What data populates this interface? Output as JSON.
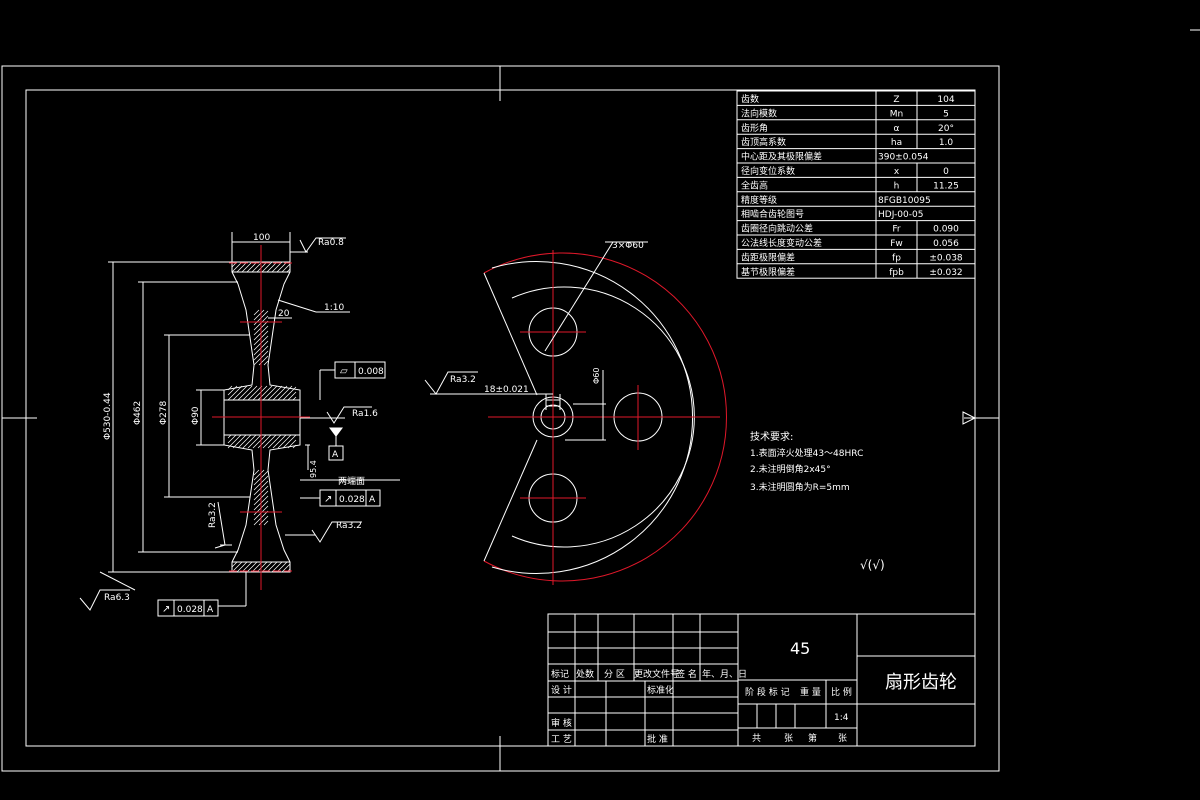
{
  "param_table": {
    "rows": [
      [
        "齿数",
        "Z",
        "104"
      ],
      [
        "法向模数",
        "Mn",
        "5"
      ],
      [
        "齿形角",
        "α",
        "20°"
      ],
      [
        "齿顶高系数",
        "ha",
        "1.0"
      ],
      [
        "中心距及其极限偏差",
        "390±0.054",
        ""
      ],
      [
        "径向变位系数",
        "x",
        "0"
      ],
      [
        "全齿高",
        "h",
        "11.25"
      ],
      [
        "精度等级",
        "8FGB10095",
        ""
      ],
      [
        "相啮合齿轮图号",
        "HDJ-00-05",
        ""
      ],
      [
        "齿圈径向跳动公差",
        "Fr",
        "0.090"
      ],
      [
        "公法线长度变动公差",
        "Fw",
        "0.056"
      ],
      [
        "齿距极限偏差",
        "fp",
        "±0.038"
      ],
      [
        "基节极限偏差",
        "fpb",
        "±0.032"
      ]
    ]
  },
  "dimensions": {
    "width_100": "100",
    "rim_20": "20",
    "taper": "1:10",
    "ra_top": "Ra0.8",
    "flatness": "0.008",
    "ra_hub": "Ra1.6",
    "datum": "A",
    "keyway": "18±0.021",
    "hub_bore": "Φ90",
    "web_dia": "Φ278",
    "inner_rim": "Φ462",
    "outer_dia": "Φ530-0.44",
    "both_faces": "两端面",
    "runout_face": "0.028",
    "ra_web": "Ra3.2",
    "ra_left": "Ra3.2",
    "ra_bottom": "Ra6.3",
    "runout_bottom": "0.028",
    "holes": "3×Φ60",
    "ra_front": "Ra3.2",
    "key_depth": "95.4",
    "bore_small": "Φ60"
  },
  "tech_req": {
    "title": "技术要求:",
    "items": [
      "1.表面淬火处理43～48HRC",
      "2.未注明倒角2x45°",
      "3.未注明圆角为R=5mm"
    ]
  },
  "surface_note": "√(√)",
  "title_block": {
    "material": "45",
    "part_name": "扇形齿轮",
    "scale": "1:4",
    "headers": [
      "标记",
      "处数",
      "分 区",
      "更改文件号",
      "签 名",
      "年、月、日"
    ],
    "design": "设 计",
    "standard": "标准化",
    "check": "审 核",
    "process": "工 艺",
    "approve": "批 准",
    "stage_mark": "阶 段 标 记",
    "weight": "重 量",
    "ratio": "比 例",
    "sheets": "共",
    "sheets_zhang": "张",
    "sheet_no": "第",
    "sheet_zhang": "张"
  }
}
